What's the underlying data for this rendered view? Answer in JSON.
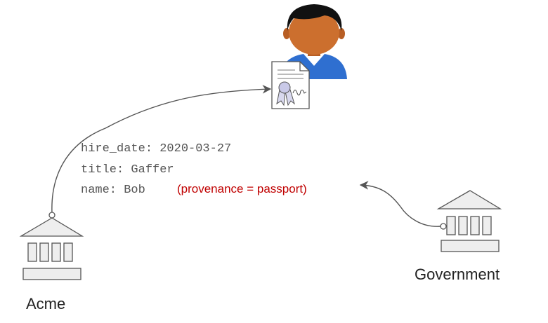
{
  "record": {
    "line1": "hire_date: 2020-03-27",
    "line2": "title: Gaffer",
    "line3": "name: Bob",
    "provenance": "(provenance = passport)"
  },
  "labels": {
    "acme": "Acme",
    "government": "Government"
  },
  "colors": {
    "provenance": "#c00000",
    "person_skin": "#cc6f2e",
    "person_hair": "#111111",
    "person_shirt": "#2f6fd0",
    "building_fill": "#eeeeee",
    "building_stroke": "#555555",
    "arrow": "#555555"
  },
  "icons": [
    "person-icon",
    "certificate-icon",
    "bank-building-icon",
    "bank-building-icon"
  ]
}
